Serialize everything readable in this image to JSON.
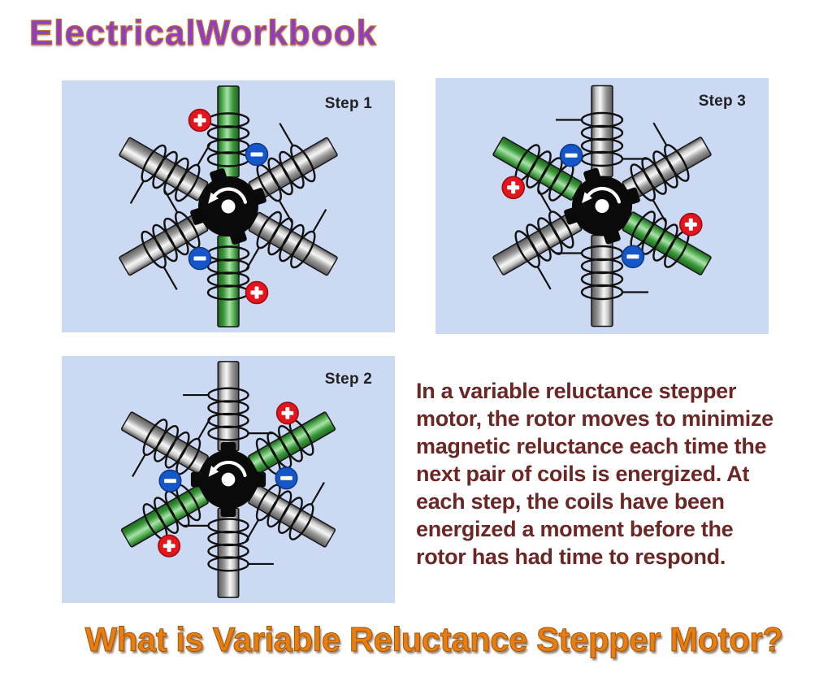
{
  "logo": {
    "text": "ElectricalWorkbook"
  },
  "panels": [
    {
      "label": "Step 1",
      "energized_poles": [
        0,
        3
      ],
      "rotor_angle_deg": -18
    },
    {
      "label": "Step 2",
      "energized_poles": [
        1,
        4
      ],
      "rotor_angle_deg": 0
    },
    {
      "label": "Step 3",
      "energized_poles": [
        5,
        2
      ],
      "rotor_angle_deg": -18
    }
  ],
  "figure": {
    "pole_angles_deg": [
      -90,
      -30,
      30,
      90,
      150,
      210
    ],
    "poles_total": 6,
    "rotor_teeth": 4,
    "rotation_direction": "counterclockwise",
    "positive_terminal_glyph": "+",
    "negative_terminal_glyph": "−"
  },
  "caption": {
    "text": "In a variable reluctance stepper\nmotor, the rotor moves to minimize\nmagnetic reluctance each time the\nnext pair of coils is energized. At\neach step, the coils have been\nenergized a moment before the\nrotor has had time to respond."
  },
  "title": {
    "text": "What is Variable Reluctance Stepper Motor?"
  },
  "colors": {
    "panel_bg": "#CCD9F2",
    "energized_coil_green_dark": "#1A5E1A",
    "energized_coil_green_light": "#A9E2A9",
    "idle_pole_gray_dark": "#4F4F4F",
    "idle_pole_gray_light": "#F7F7F7",
    "positive_terminal_red": "#E3151D",
    "positive_terminal_red_edge": "#9E0B10",
    "negative_terminal_blue": "#1557C8",
    "negative_terminal_blue_edge": "#0D3A8C",
    "coil_wire_black": "#101010",
    "rotor_black": "#0A0A0A",
    "step_label_color": "#222222",
    "caption_maroon": "#6B2725",
    "title_orange": "#E87E10",
    "logo_purple": "#8B3FC9"
  }
}
